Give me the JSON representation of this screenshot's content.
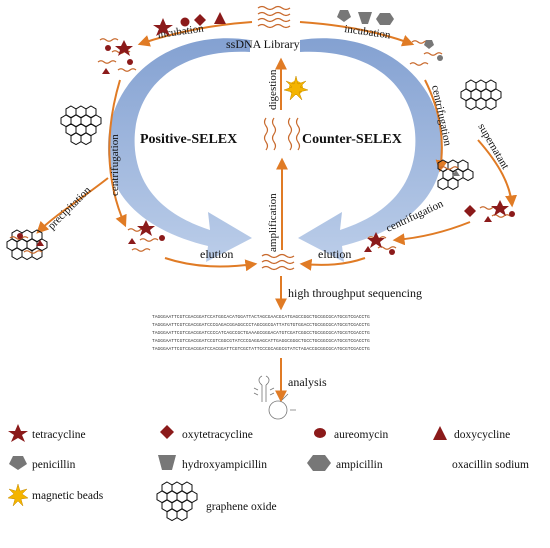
{
  "diagram": {
    "center_label": "ssDNA Library",
    "left_cycle": "Positive-SELEX",
    "right_cycle": "Counter-SELEX",
    "steps": {
      "incubation_left": "incubation",
      "incubation_right": "incubation",
      "centrifugation_left": "centrifugation",
      "centrifugation_right": "centrifugation",
      "centrifugation_lower_right": "centrifugation",
      "supernatant": "supernatant",
      "precipitation": "precipitation",
      "elution_left": "elution",
      "elution_right": "elution",
      "digestion": "digestion",
      "amplification": "amplification",
      "sequencing": "high throughput sequencing",
      "analysis": "analysis"
    },
    "sequences": [
      "TAGGGAATTCGTCGACGGATCCATGGCACATGGATTACTAGCGAACGCATGAGCCGGCTGCGGCGCATGCGTCGACCTG",
      "TAGGGAATTCGTCGACGGATCCCGAGACGGAGGCCCTAGCGGCGATTATGTGTGGACCTGCGGCGCATGCGTCGACCTG",
      "TAGGGAATTCGTCGACGGATCCCCATCAGCCGCTGAAAGCGGGACATGTCGATCGGCCTGCGGCGCATGCGTCGACCTG",
      "TAGGGAATTCGTCGACGGATCCGTCGGCGTATCCCGAGGAGCATTGAGGCGGGCTGCCTGCGGCGCATGCGTCGACCTG",
      "TAGGGAATTCGTCGACGGATCCACGGATTCGTCGCTATTCCCGCAGGCGTATCTAGACCGCGGCGCATGCGTCGACCTG"
    ],
    "colors": {
      "arrow": "#e07b25",
      "big_arrow": "#8eaadb",
      "marker": "#8b1a1a",
      "antibiotic_gray": "#777777",
      "strand": "#c8692c",
      "bead": "#f4b400"
    }
  },
  "legend": [
    {
      "icon": "star-icon",
      "label": "tetracycline"
    },
    {
      "icon": "diamond-icon",
      "label": "oxytetracycline"
    },
    {
      "icon": "ellipse-icon",
      "label": "aureomycin"
    },
    {
      "icon": "triangle-icon",
      "label": "doxycycline"
    },
    {
      "icon": "pentagon-icon",
      "label": "penicillin"
    },
    {
      "icon": "trapezoid-icon",
      "label": "hydroxyampicillin"
    },
    {
      "icon": "hexagon-icon",
      "label": "ampicillin"
    },
    {
      "icon": "crescent-icon",
      "label": "oxacillin sodium"
    },
    {
      "icon": "sun-icon",
      "label": "magnetic beads"
    },
    {
      "icon": "honeycomb-icon",
      "label": "graphene oxide"
    }
  ]
}
